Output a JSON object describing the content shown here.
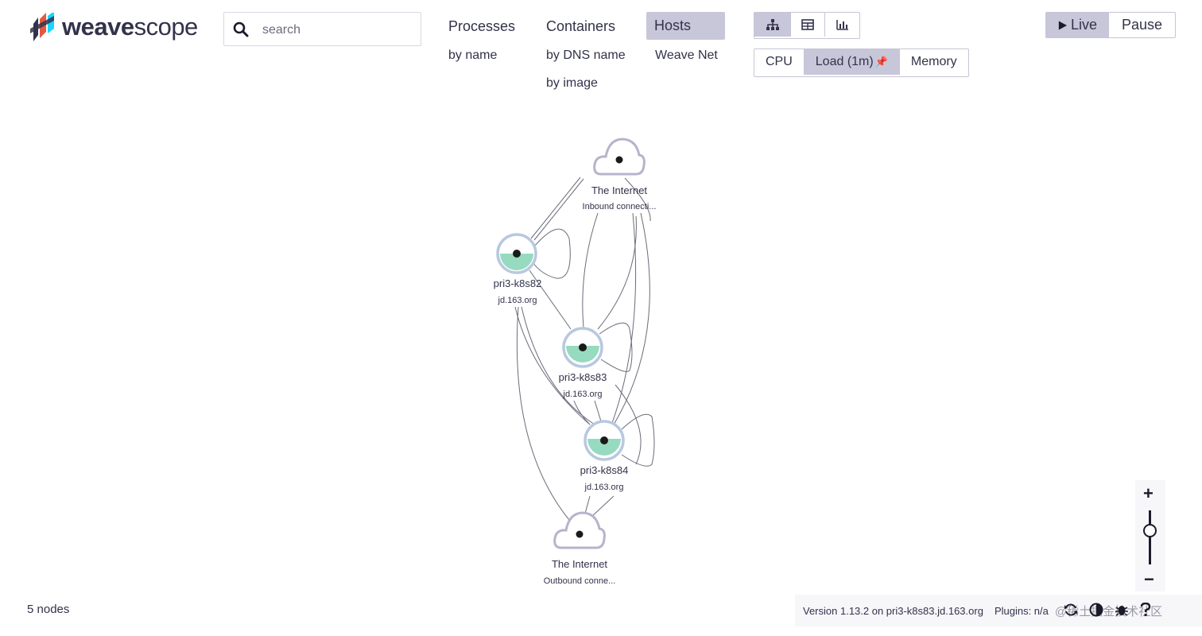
{
  "app": {
    "logo_bold": "weave",
    "logo_light": "scope"
  },
  "search": {
    "placeholder": "search",
    "value": ""
  },
  "topologies": [
    {
      "label": "Processes",
      "active": false,
      "subs": [
        "by name"
      ]
    },
    {
      "label": "Containers",
      "active": false,
      "subs": [
        "by DNS name",
        "by image"
      ]
    },
    {
      "label": "Hosts",
      "active": true,
      "subs": [
        "Weave Net"
      ]
    }
  ],
  "view_modes": [
    {
      "name": "graph-view-icon",
      "active": true
    },
    {
      "name": "table-view-icon",
      "active": false
    },
    {
      "name": "resource-view-icon",
      "active": false
    }
  ],
  "metrics": [
    {
      "label": "CPU",
      "active": false
    },
    {
      "label": "Load (1m)",
      "active": true,
      "pinned": true
    },
    {
      "label": "Memory",
      "active": false
    }
  ],
  "live_pause": {
    "live": "Live",
    "pause": "Pause"
  },
  "graph": {
    "nodes": [
      {
        "id": "internet-in",
        "label": "The Internet",
        "sub": "Inbound connecti...",
        "kind": "cloud"
      },
      {
        "id": "k8s82",
        "label": "pri3-k8s82",
        "sub": "jd.163.org",
        "kind": "host",
        "load": 0.55
      },
      {
        "id": "k8s83",
        "label": "pri3-k8s83",
        "sub": "jd.163.org",
        "kind": "host",
        "load": 0.5
      },
      {
        "id": "k8s84",
        "label": "pri3-k8s84",
        "sub": "jd.163.org",
        "kind": "host",
        "load": 0.5
      },
      {
        "id": "internet-out",
        "label": "The Internet",
        "sub": "Outbound conne...",
        "kind": "cloud"
      }
    ]
  },
  "status": {
    "node_count": "5 nodes"
  },
  "footer": {
    "version": "Version 1.13.2 on pri3-k8s83.jd.163.org",
    "plugins": "Plugins: n/a",
    "watermark": "@稀土掘金技术社区"
  },
  "zoom": {
    "plus": "+",
    "minus": "−"
  },
  "colors": {
    "accent": "#c8c7d9",
    "node_fill": "#96dbbf",
    "node_ring": "#b8c8e0",
    "text": "#32324b",
    "pin": "#e15941"
  }
}
